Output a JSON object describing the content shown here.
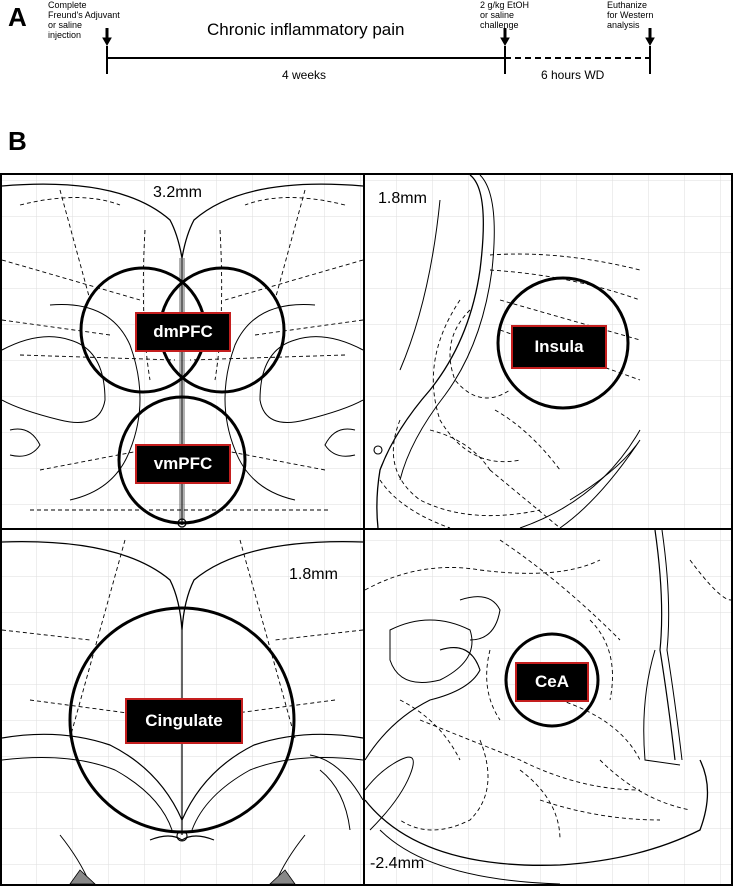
{
  "panel_a": {
    "letter": "A",
    "event_start": "Complete\nFreund's Adjuvant\nor saline\ninjection",
    "title": "Chronic inflammatory pain",
    "event_challenge": "2 g/kg EtOH\nor saline\nchallenge",
    "event_end": "Euthanize\nfor Western\nanalysis",
    "period_1": "4 weeks",
    "period_2": "6 hours WD"
  },
  "panel_b": {
    "letter": "B",
    "sections": [
      {
        "coordinate": "3.2mm",
        "regions": [
          "dmPFC",
          "vmPFC"
        ]
      },
      {
        "coordinate": "1.8mm",
        "regions": [
          "Insula"
        ]
      },
      {
        "coordinate": "1.8mm",
        "regions": [
          "Cingulate"
        ]
      },
      {
        "coordinate": "-2.4mm",
        "regions": [
          "CeA"
        ]
      }
    ]
  },
  "colors": {
    "label_bg": "#000000",
    "label_border": "#c41e1e",
    "grid": "#dddddd"
  }
}
